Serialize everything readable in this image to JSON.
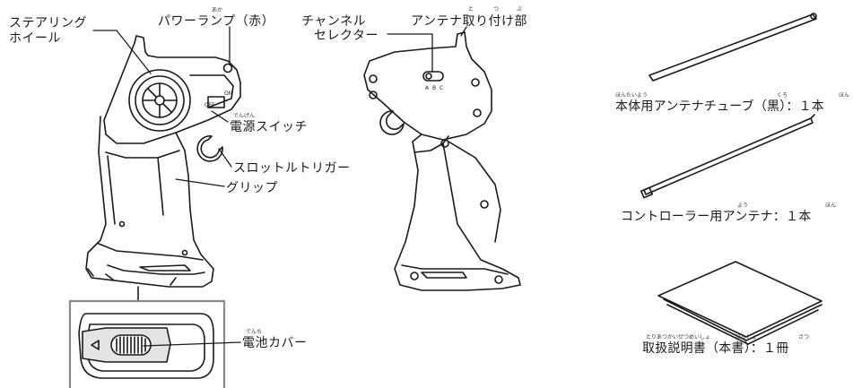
{
  "labels": {
    "steering_wheel": [
      "ステアリング",
      "ホイール"
    ],
    "power_lamp": "パワーランプ（赤）",
    "power_lamp_ruby": "あか",
    "channel_selector": [
      "チャンネル",
      "セレクター"
    ],
    "antenna_mount": "アンテナ取り付け部",
    "antenna_mount_ruby": [
      "と",
      "つ",
      "ぶ"
    ],
    "power_switch": "電源スイッチ",
    "power_switch_ruby": "でんげん",
    "throttle_trigger": "スロットルトリガー",
    "grip": "グリップ",
    "battery_cover": "電池カバー",
    "battery_cover_ruby": "でんち",
    "switch_marks": [
      "OFF",
      "ON"
    ],
    "selector_marks": [
      "A",
      "B",
      "C"
    ]
  },
  "contents": [
    {
      "id": "body-antenna-tube",
      "label": "本体用アンテナチューブ（黒）：１本",
      "ruby": [
        "ほんたいよう",
        "くろ",
        "ほん"
      ]
    },
    {
      "id": "controller-antenna",
      "label": "コントローラー用アンテナ：１本",
      "ruby": [
        "よう",
        "ほん"
      ]
    },
    {
      "id": "manual",
      "label": "取扱説明書（本書）：１冊",
      "ruby": [
        "とりあつかいせつめいしょ",
        "ほんしょ",
        "さつ"
      ]
    }
  ]
}
